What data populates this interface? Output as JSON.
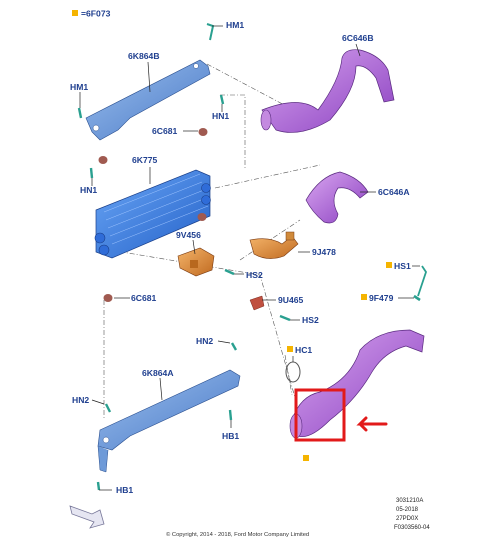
{
  "legend": {
    "code": "=6F073",
    "marker_color": "#f5b400"
  },
  "labels": {
    "HM1_top": "HM1",
    "6K864B": "6K864B",
    "HM1_left": "HM1",
    "HN1_right": "HN1",
    "6C681_top": "6C681",
    "6K775": "6K775",
    "HN1_left": "HN1",
    "9V456": "9V456",
    "9J478": "9J478",
    "HS2_upper": "HS2",
    "6C681_bottom": "6C681",
    "9U465": "9U465",
    "HS2_lower": "HS2",
    "6C646B": "6C646B",
    "6C646A": "6C646A",
    "HS1": "HS1",
    "9F479": "9F479",
    "HC1": "HC1",
    "HN2_right": "HN2",
    "6K864A": "6K864A",
    "HN2_left": "HN2",
    "HB1_right": "HB1",
    "HB1_bottom": "HB1"
  },
  "reference": {
    "line1": "3031210A",
    "line2": "05-2018",
    "line3": "27PD0X",
    "line4": "F0303560-04"
  },
  "copyright": "© Copyright, 2014 - 2018, Ford Motor Company Limited",
  "colors": {
    "label_text": "#1f3f8f",
    "bracket": "#5b8fd6",
    "intercooler": "#3f7fe0",
    "hose_purple": "#b06cd8",
    "hose_orange": "#e09040",
    "highlight": "#e21a1a",
    "fastener": "#2aa090",
    "mount": "#a05a50"
  },
  "icons": [
    "orientation-arrow-icon",
    "legend-square-icon",
    "highlight-arrow-icon"
  ]
}
